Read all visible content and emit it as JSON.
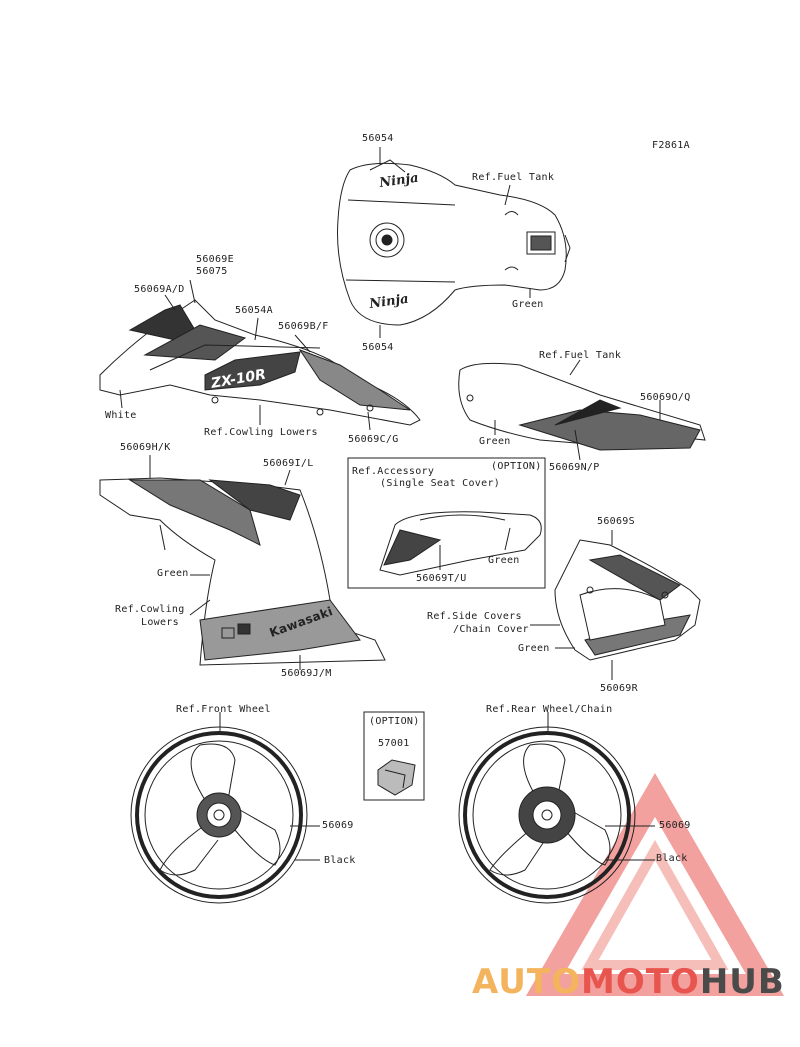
{
  "figure_code": "F2861A",
  "labels": {
    "tank_top": "56054",
    "tank_bottom": "56054",
    "tank_ref": "Ref.Fuel Tank",
    "tank_green": "Green",
    "cowl_e": "56069E",
    "cowl_e2": "56075",
    "cowl_a": "56069A/D",
    "cowl_54a": "56054A",
    "cowl_b": "56069B/F",
    "cowl_white": "White",
    "cowl_ref": "Ref.Cowling Lowers",
    "cowl_c": "56069C/G",
    "tail_ref": "Ref.Fuel Tank",
    "tail_o": "56069O/Q",
    "tail_green": "Green",
    "tail_n": "56069N/P",
    "side_h": "56069H/K",
    "side_i": "56069I/L",
    "side_green": "Green",
    "side_ref1": "Ref.Cowling",
    "side_ref2": "Lowers",
    "side_j": "56069J/M",
    "side_brand": "Kawasaki",
    "opt_box_ref1": "Ref.Accessory",
    "opt_box_option": "(OPTION)",
    "opt_box_ref2": "(Single Seat Cover)",
    "opt_box_green": "Green",
    "opt_box_t": "56069T/U",
    "seat_s": "56069S",
    "seat_ref1": "Ref.Side Covers",
    "seat_ref2": "/Chain Cover",
    "seat_green": "Green",
    "seat_r": "56069R",
    "fw_ref": "Ref.Front Wheel",
    "fw_part": "56069",
    "fw_black": "Black",
    "opt2_option": "(OPTION)",
    "opt2_part": "57001",
    "rw_ref": "Ref.Rear Wheel/Chain",
    "rw_part": "56069",
    "rw_black": "Black"
  },
  "decals": {
    "ninja": "Ninja",
    "zx10r": "ZX-10R"
  },
  "watermark": {
    "auto": "AUTO",
    "moto": "MOTO",
    "hub": "HUB",
    "color_auto": "#f4b45e",
    "color_moto": "#e8554f",
    "color_hub": "#4a4a4a"
  }
}
